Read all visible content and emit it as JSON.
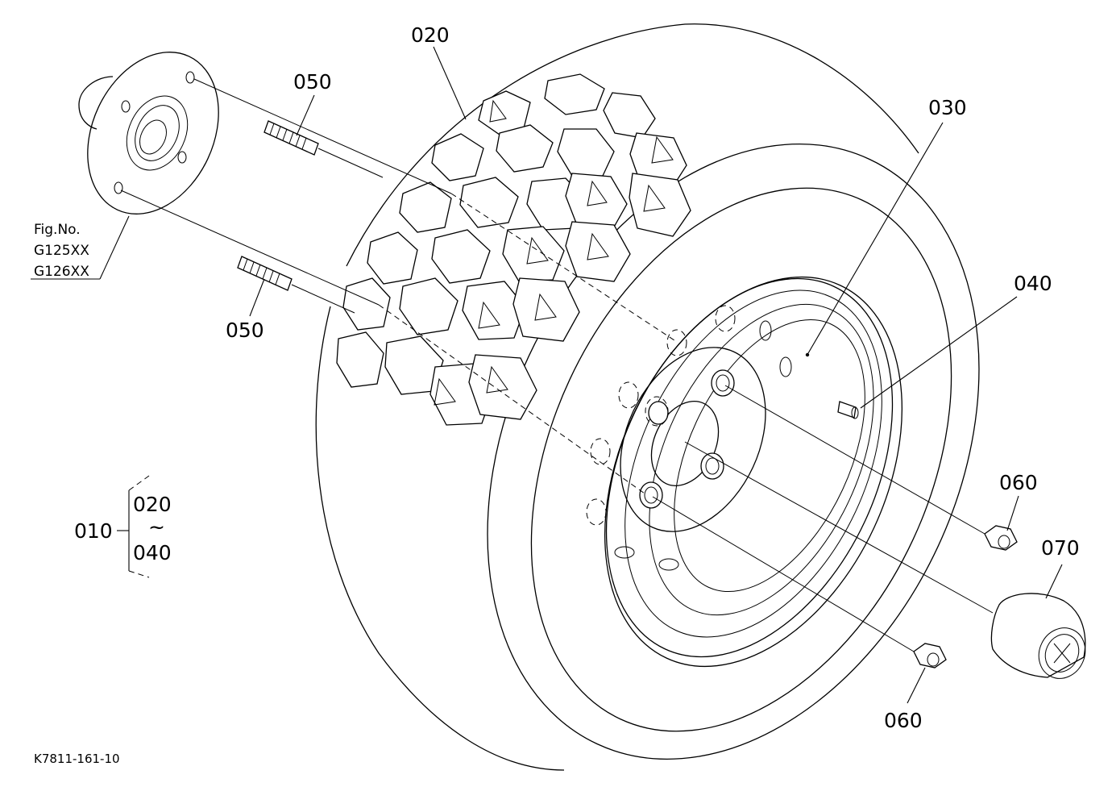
{
  "parts": {
    "tire": "020",
    "wheel_rim": "030",
    "valve": "040",
    "stud_upper": "050",
    "stud_lower": "050",
    "nut_upper": "060",
    "nut_lower": "060",
    "center_cap": "070"
  },
  "fig_ref": {
    "title": "Fig.No.",
    "line1": "G125XX",
    "line2": "G126XX"
  },
  "assembly": {
    "id": "010",
    "from": "020",
    "tilde": "~",
    "to": "040"
  },
  "drawing_code": "K7811-161-10"
}
